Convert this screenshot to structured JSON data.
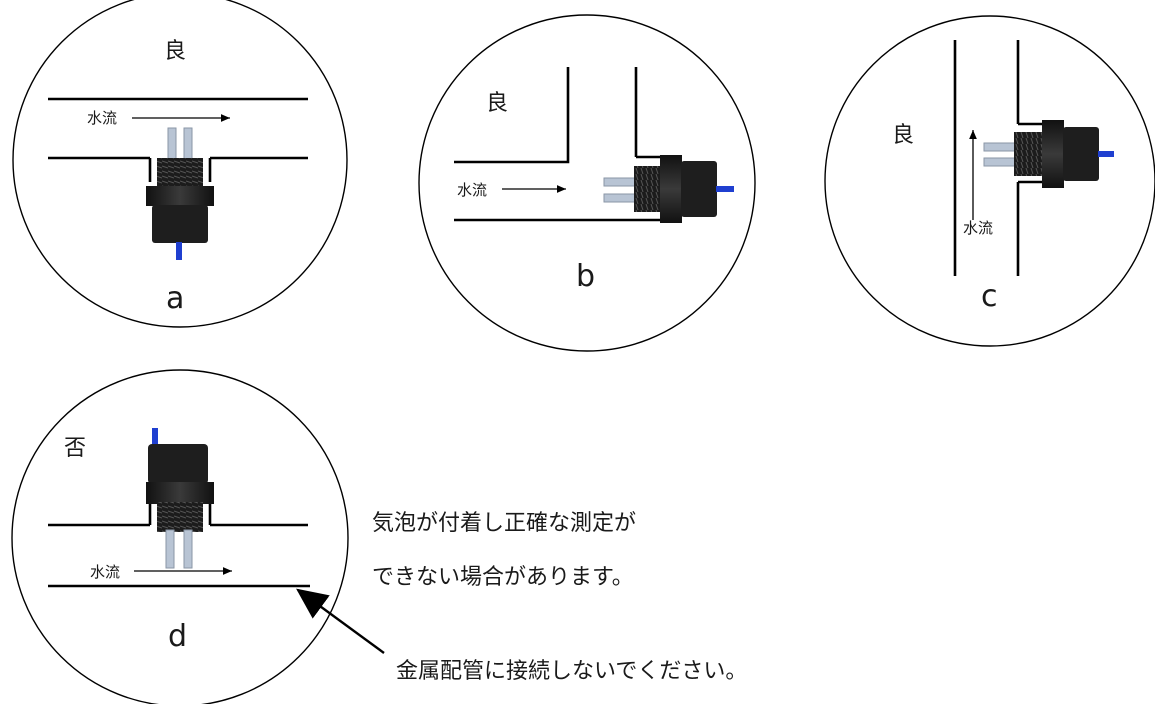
{
  "diagrams": [
    {
      "id": "a",
      "rating": "良",
      "flow_label": "水流",
      "letter": "a"
    },
    {
      "id": "b",
      "rating": "良",
      "flow_label": "水流",
      "letter": "b"
    },
    {
      "id": "c",
      "rating": "良",
      "flow_label": "水流",
      "letter": "c"
    },
    {
      "id": "d",
      "rating": "否",
      "flow_label": "水流",
      "letter": "d"
    }
  ],
  "notes": {
    "bubble_line1": "気泡が付着し正確な測定が",
    "bubble_line2": "できない場合があります。",
    "metal_pipe": "金属配管に接続しないでください。"
  },
  "colors": {
    "sensor_body": "#1e1e1e",
    "sensor_nut": "#2a2a2a",
    "electrode": "#b8c4d4",
    "wire": "#1f3fd0"
  }
}
